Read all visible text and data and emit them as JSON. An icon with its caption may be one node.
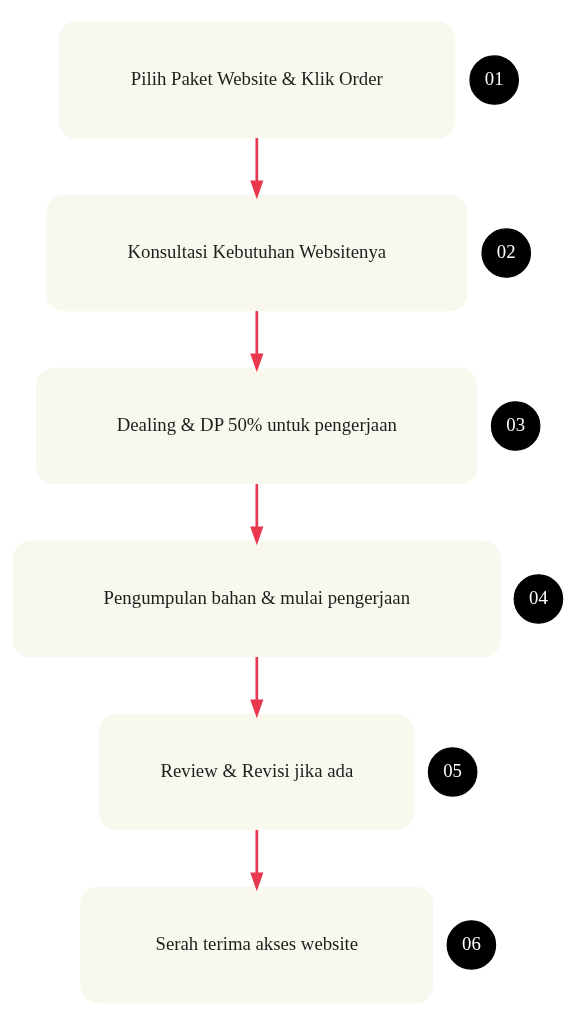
{
  "diagram": {
    "nodes": [
      {
        "text": [
          "Pilih Paket Website & Klik Order"
        ]
      },
      {
        "text": [
          "01"
        ]
      },
      {
        "text": [
          "Konsultasi Kebutuhan Websitenya"
        ]
      },
      {
        "text": [
          "02"
        ]
      },
      {
        "text": [
          "Dealing & DP 50% untuk pengerjaan"
        ]
      },
      {
        "text": [
          "03"
        ]
      },
      {
        "text": [
          "Pengumpulan bahan & mulai pengerjaan"
        ]
      },
      {
        "text": [
          "04"
        ]
      },
      {
        "text": [
          "Review & Revisi jika ada"
        ]
      },
      {
        "text": [
          "05"
        ]
      },
      {
        "text": [
          "Serah terima akses website"
        ]
      },
      {
        "text": [
          "06"
        ]
      }
    ],
    "edges": [
      {
        "from": 0,
        "to": 2,
        "arrow": "to"
      },
      {
        "from": 2,
        "to": 4,
        "arrow": "to"
      },
      {
        "from": 4,
        "to": 6,
        "arrow": "to"
      },
      {
        "from": 6,
        "to": 8,
        "arrow": "to"
      },
      {
        "from": 8,
        "to": 10,
        "arrow": "to"
      }
    ]
  }
}
